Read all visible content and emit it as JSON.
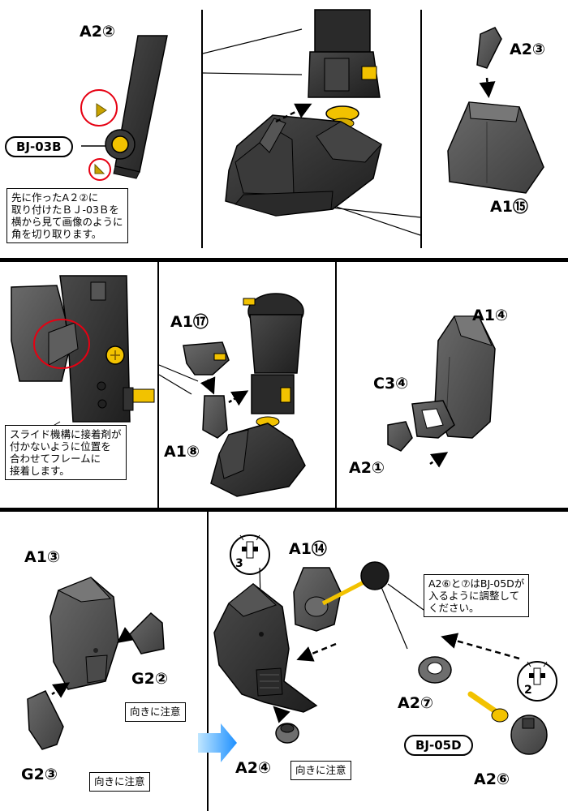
{
  "panel1": {
    "part_label_a": "A2②",
    "connector_label": "BJ-03B",
    "note": "先に作ったA２②に\n取り付けたＢＪ-03Ｂを\n横から見て画像のように\n角を切り取ります。"
  },
  "panel3": {
    "part_label_a": "A2③",
    "part_label_b": "A1⑮"
  },
  "panel4": {
    "note": "スライド機構に接着剤が\n付かないように位置を\n合わせてフレームに\n接着します。"
  },
  "panel5": {
    "part_label_a": "A1⑰",
    "part_label_b": "A1⑧"
  },
  "panel6": {
    "part_label_a": "A1④",
    "part_label_b": "C3④",
    "part_label_c": "A2①"
  },
  "panel7": {
    "part_label_a": "A1③",
    "part_label_b": "G2②",
    "part_label_c": "G2③",
    "caution_b": "向きに注意",
    "caution_c": "向きに注意"
  },
  "panel8": {
    "part_label_a": "A1⑭",
    "part_label_b": "A2④",
    "part_label_c": "A2⑦",
    "part_label_d": "A2⑥",
    "connector_label": "BJ-05D",
    "caution_b": "向きに注意",
    "note": "A2⑥と⑦はBJ-05Dが\n入るように調整して\nください。",
    "drill_mark_a": "3",
    "drill_mark_b": "2"
  },
  "colors": {
    "part_dark": "#3a3a3a",
    "part_mid": "#555555",
    "part_light": "#707070",
    "accent_yellow": "#f2c200",
    "arrow_blue": "#1e90ff",
    "circle_red": "#e60012"
  }
}
